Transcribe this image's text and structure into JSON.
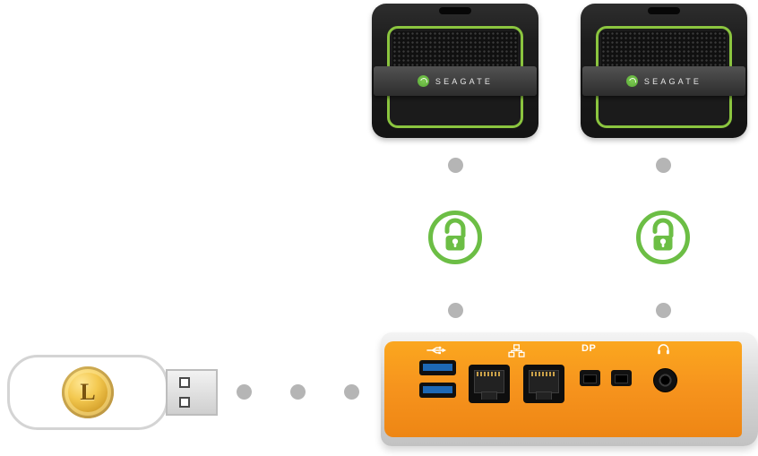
{
  "drives": [
    {
      "label": "SEAGATE",
      "icon": "seagate-logo-icon"
    },
    {
      "label": "SEAGATE",
      "icon": "seagate-logo-icon"
    }
  ],
  "locks": [
    {
      "icon": "unlock-icon",
      "state": "unlocked"
    },
    {
      "icon": "unlock-icon",
      "state": "unlocked"
    }
  ],
  "usb_key": {
    "emblem": "L",
    "icon": "usb-security-key"
  },
  "device": {
    "dp_label": "DP",
    "port_icons": [
      "usb-superspeed-icon",
      "network-icon",
      "headphone-icon"
    ]
  },
  "colors": {
    "seagate_green": "#8bc53f",
    "lock_green": "#6cbe45",
    "device_orange": "#f6931d",
    "dot_gray": "#b5b5b5",
    "usb_blue": "#1d68b5"
  }
}
